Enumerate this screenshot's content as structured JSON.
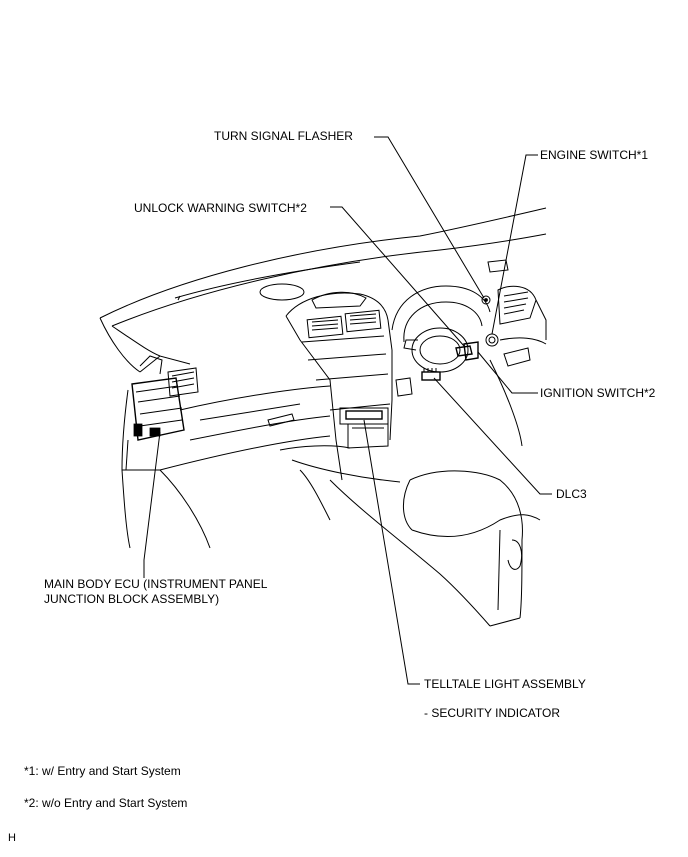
{
  "labels": {
    "turn_signal_flasher": "TURN SIGNAL FLASHER",
    "engine_switch": "ENGINE SWITCH*1",
    "unlock_warning_switch": "UNLOCK WARNING SWITCH*2",
    "ignition_switch": "IGNITION SWITCH*2",
    "dlc3": "DLC3",
    "main_body_ecu_line1": "MAIN BODY ECU (INSTRUMENT PANEL",
    "main_body_ecu_line2": "JUNCTION BLOCK ASSEMBLY)",
    "telltale_light_assembly": "TELLTALE LIGHT ASSEMBLY",
    "security_indicator": "- SECURITY INDICATOR"
  },
  "notes": {
    "note1": "*1: w/ Entry and Start System",
    "note2": "*2: w/o Entry and Start System"
  },
  "figure_id": "H"
}
